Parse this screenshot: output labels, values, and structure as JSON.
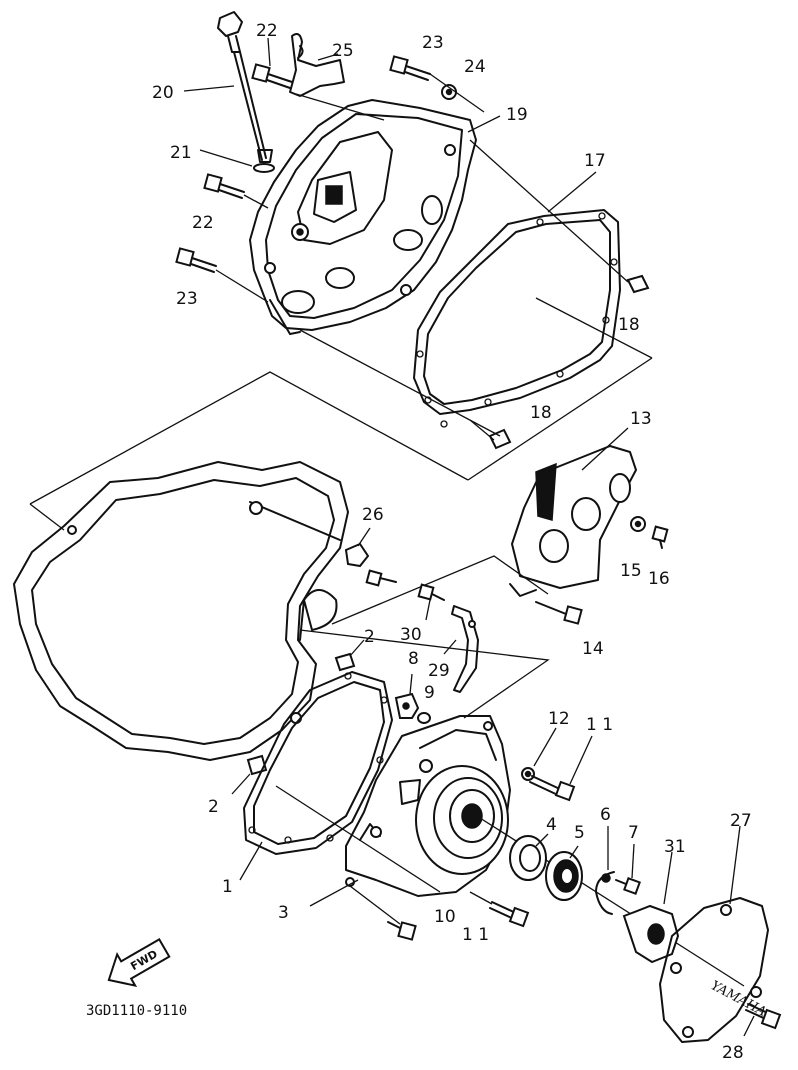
{
  "diagram": {
    "part_labels": [
      {
        "id": "20",
        "text": "20"
      },
      {
        "id": "22a",
        "text": "22"
      },
      {
        "id": "25",
        "text": "25"
      },
      {
        "id": "23a",
        "text": "23"
      },
      {
        "id": "24",
        "text": "24"
      },
      {
        "id": "19",
        "text": "19"
      },
      {
        "id": "21",
        "text": "21"
      },
      {
        "id": "22b",
        "text": "22"
      },
      {
        "id": "17",
        "text": "17"
      },
      {
        "id": "23b",
        "text": "23"
      },
      {
        "id": "18a",
        "text": "18"
      },
      {
        "id": "18b",
        "text": "18"
      },
      {
        "id": "13",
        "text": "13"
      },
      {
        "id": "26",
        "text": "26"
      },
      {
        "id": "15",
        "text": "15"
      },
      {
        "id": "16",
        "text": "16"
      },
      {
        "id": "30",
        "text": "30"
      },
      {
        "id": "2a",
        "text": "2"
      },
      {
        "id": "14",
        "text": "14"
      },
      {
        "id": "8",
        "text": "8"
      },
      {
        "id": "29",
        "text": "29"
      },
      {
        "id": "9",
        "text": "9"
      },
      {
        "id": "12",
        "text": "12"
      },
      {
        "id": "11a",
        "text": "1 1"
      },
      {
        "id": "2b",
        "text": "2"
      },
      {
        "id": "4",
        "text": "4"
      },
      {
        "id": "5",
        "text": "5"
      },
      {
        "id": "6",
        "text": "6"
      },
      {
        "id": "7",
        "text": "7"
      },
      {
        "id": "31",
        "text": "31"
      },
      {
        "id": "27",
        "text": "27"
      },
      {
        "id": "1",
        "text": "1"
      },
      {
        "id": "3",
        "text": "3"
      },
      {
        "id": "10",
        "text": "10"
      },
      {
        "id": "11b",
        "text": "1 1"
      },
      {
        "id": "28",
        "text": "28"
      }
    ],
    "fwd_arrow_text": "FWD",
    "cover_logo_text": "YAMAHA",
    "drawing_code": "3GD1110-9110"
  }
}
